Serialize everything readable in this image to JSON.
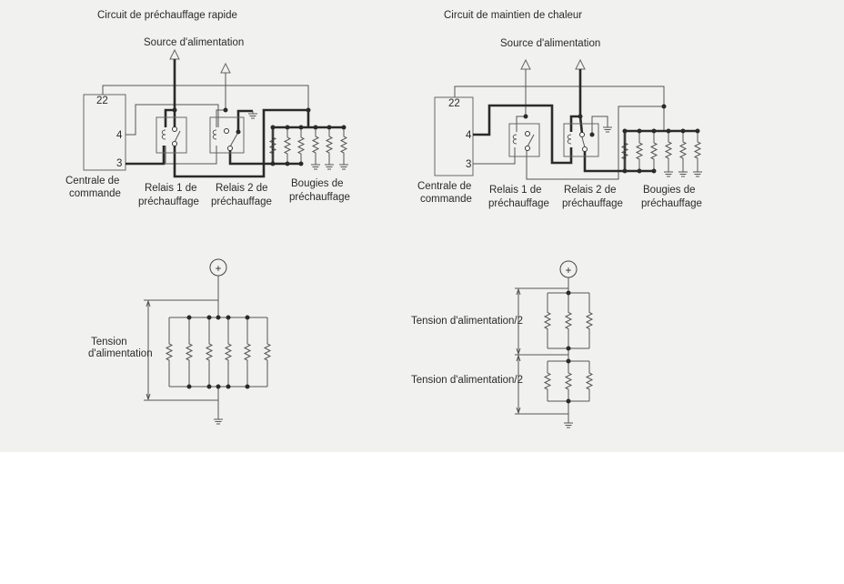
{
  "left_circuit": {
    "title": "Circuit de préchauffage rapide",
    "source_label": "Source d'alimentation",
    "pins": {
      "p22": "22",
      "p4": "4",
      "p3": "3"
    },
    "controller_label": [
      "Centrale de",
      "commande"
    ],
    "relay1_label": [
      "Relais 1 de",
      "préchauffage"
    ],
    "relay2_label": [
      "Relais 2 de",
      "préchauffage"
    ],
    "plugs_label": [
      "Bougies de",
      "préchauffage"
    ],
    "equivalent_label": [
      "Tension",
      "d'alimentation"
    ]
  },
  "right_circuit": {
    "title": "Circuit de maintien de chaleur",
    "source_label": "Source d'alimentation",
    "pins": {
      "p22": "22",
      "p4": "4",
      "p3": "3"
    },
    "controller_label": [
      "Centrale de",
      "commande"
    ],
    "relay1_label": [
      "Relais 1 de",
      "préchauffage"
    ],
    "relay2_label": [
      "Relais 2 de",
      "préchauffage"
    ],
    "plugs_label": [
      "Bougies de",
      "préchauffage"
    ],
    "equivalent_label_upper": "Tension d'alimentation/2",
    "equivalent_label_lower": "Tension d'alimentation/2"
  },
  "symbols": {
    "positive": "+"
  }
}
